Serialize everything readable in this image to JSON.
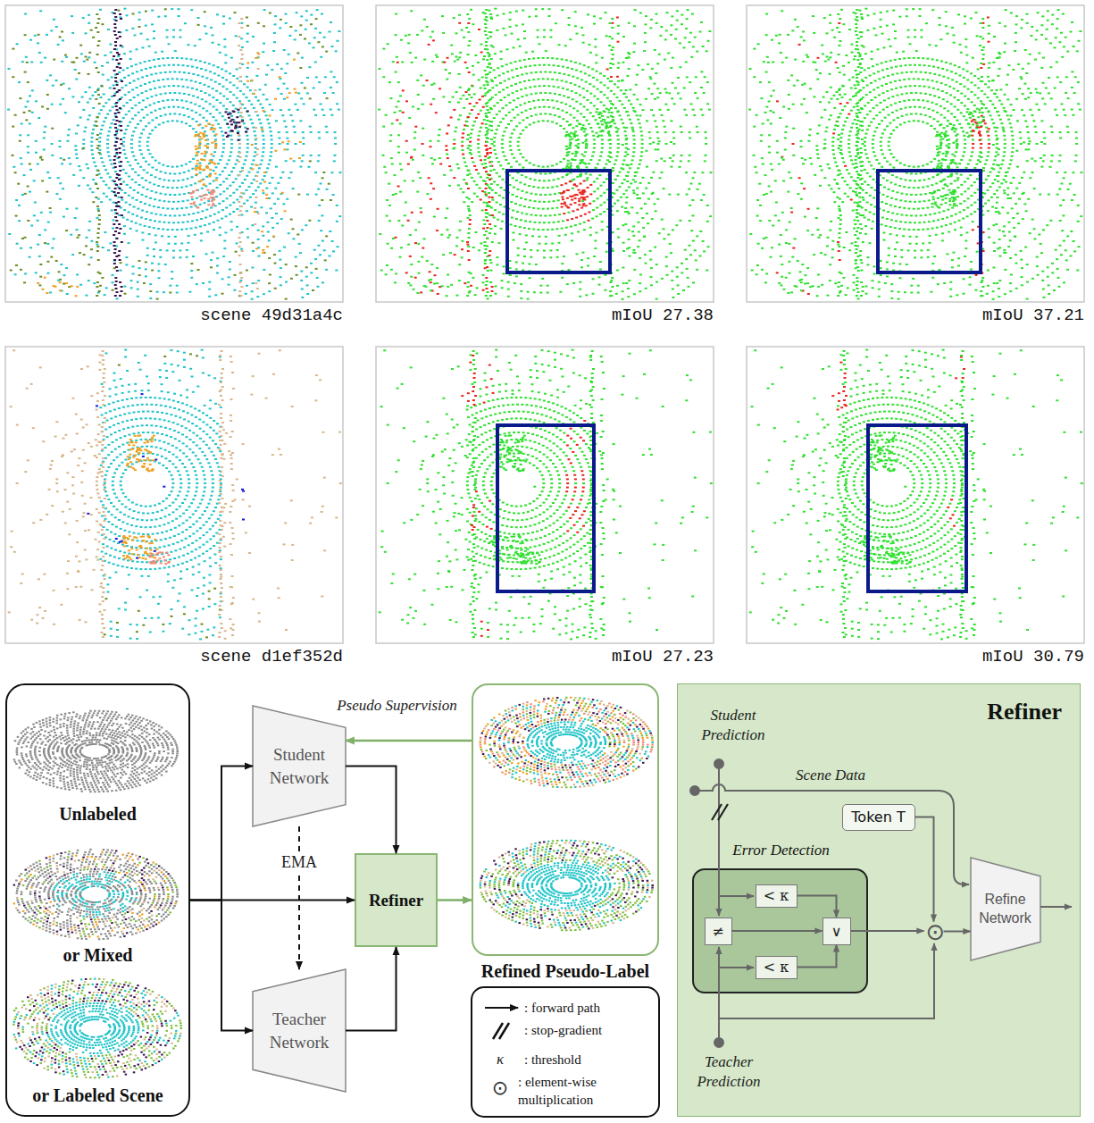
{
  "diagram": {
    "nodes": [
      {
        "text": [
          "Unlabeled",
          "or Mixed",
          "or Labeled Scene"
        ]
      },
      {
        "text": [
          "Student Network"
        ]
      },
      {
        "text": [
          "Teacher Network"
        ]
      },
      {
        "text": [
          "Refiner"
        ]
      },
      {
        "text": [
          "Refined Pseudo-Label"
        ]
      },
      {
        "text": [
          "Refiner"
        ]
      },
      {
        "text": [
          "Token T"
        ],
        "in": 5
      },
      {
        "text": [
          "Error Detection"
        ],
        "in": 5
      },
      {
        "text": [
          "< κ"
        ],
        "in": 7
      },
      {
        "text": [
          "≠"
        ],
        "in": 7
      },
      {
        "text": [
          "∨"
        ],
        "in": 7
      },
      {
        "text": [
          "< κ"
        ],
        "in": 7
      },
      {
        "text": [
          "⊙"
        ],
        "in": 5
      },
      {
        "text": [
          "Refine Network"
        ],
        "in": 5
      }
    ],
    "edges": [
      {
        "from": 0,
        "to": 1,
        "arrow": "to"
      },
      {
        "from": 0,
        "to": 2,
        "arrow": "to"
      },
      {
        "from": 0,
        "to": 3,
        "arrow": "to"
      },
      {
        "from": 1,
        "to": 3,
        "arrow": "to"
      },
      {
        "from": 2,
        "to": 3,
        "arrow": "to"
      },
      {
        "from": 1,
        "to": 2,
        "arrow": "to",
        "label": "EMA"
      },
      {
        "from": 3,
        "to": 4,
        "arrow": "to"
      },
      {
        "from": 4,
        "to": 1,
        "arrow": "to",
        "label": "Pseudo Supervision"
      },
      {
        "from": 8,
        "to": 10,
        "arrow": "to"
      },
      {
        "from": 9,
        "to": 10,
        "arrow": "to"
      },
      {
        "from": 11,
        "to": 10,
        "arrow": "to"
      },
      {
        "from": 10,
        "to": 12,
        "arrow": "to"
      },
      {
        "from": 6,
        "to": 12,
        "arrow": "to"
      },
      {
        "from": 12,
        "to": 13,
        "arrow": "to"
      }
    ],
    "labels": [
      "scene 49d31a4c",
      "mIoU 27.38",
      "mIoU 37.21",
      "scene d1ef352d",
      "mIoU 27.23",
      "mIoU 30.79",
      "Student Prediction",
      "Scene Data",
      "Teacher Prediction",
      "κ",
      "⊙"
    ],
    "legend": [
      {
        "text": ": forward path"
      },
      {
        "text": ": stop-gradient"
      },
      {
        "text": ": threshold"
      },
      {
        "text": ": element-wise multiplication"
      }
    ]
  }
}
